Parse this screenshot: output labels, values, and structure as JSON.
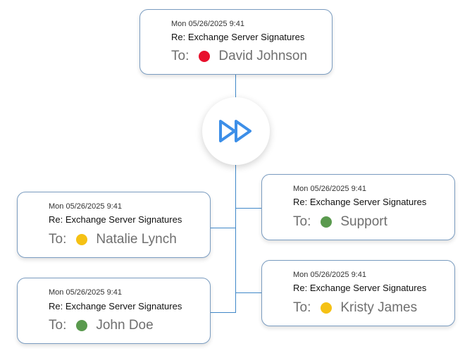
{
  "colors": {
    "connector": "#3f87c8",
    "hub_icon": "#3d8fe8",
    "status_red": "#e8112d",
    "status_green": "#5a9a4e",
    "status_yellow": "#f5c114"
  },
  "hub": {
    "icon": "fast-forward-icon"
  },
  "cards": {
    "top": {
      "date": "Mon 05/26/2025 9:41",
      "subject": "Re: Exchange Server Signatures",
      "to_label": "To:",
      "status": "red",
      "recipient": "David Johnson"
    },
    "left_top": {
      "date": "Mon 05/26/2025 9:41",
      "subject": "Re: Exchange Server Signatures",
      "to_label": "To:",
      "status": "yellow",
      "recipient": "Natalie Lynch"
    },
    "left_bottom": {
      "date": "Mon 05/26/2025 9:41",
      "subject": "Re: Exchange Server Signatures",
      "to_label": "To:",
      "status": "green",
      "recipient": "John Doe"
    },
    "right_top": {
      "date": "Mon 05/26/2025 9:41",
      "subject": "Re: Exchange Server Signatures",
      "to_label": "To:",
      "status": "green",
      "recipient": "Support"
    },
    "right_bottom": {
      "date": "Mon 05/26/2025 9:41",
      "subject": "Re: Exchange Server Signatures",
      "to_label": "To:",
      "status": "yellow",
      "recipient": "Kristy James"
    }
  }
}
